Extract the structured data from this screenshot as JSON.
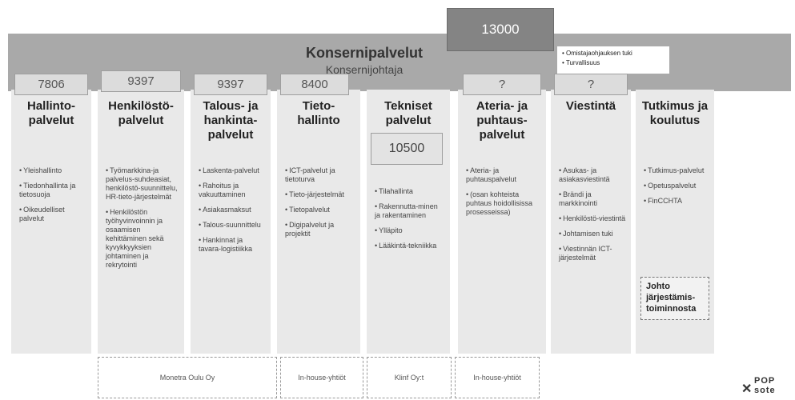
{
  "banner": {
    "title": "Konsernipalvelut",
    "subtitle": "Konsernijohtaja",
    "top_number": "13000",
    "notes": [
      "Omistajaohjauksen tuki",
      "Turvallisuus"
    ]
  },
  "columns": [
    {
      "number": "7806",
      "title": "Hallinto-\npalvelut",
      "items": [
        "Yleishallinto",
        "Tiedonhallinta ja tietosuoja",
        "Oikeudelliset palvelut"
      ]
    },
    {
      "number": "9397",
      "title": "Henkilöstö-\npalvelut",
      "items": [
        "Työmarkkina-ja palvelus-suhdeasiat, henkilöstö-suunnittelu, HR-tieto-järjestelmät",
        "Henkilöstön työhyvinvoinnin ja osaamisen kehittäminen sekä kyvykkyyksien johtaminen ja rekrytointi"
      ]
    },
    {
      "number": "9397",
      "title": "Talous- ja\nhankinta-\npalvelut",
      "items": [
        "Laskenta-palvelut",
        "Rahoitus ja vakuuttaminen",
        "Asiakasmaksut",
        "Talous-suunnittelu",
        "Hankinnat ja tavara-logistiikka"
      ]
    },
    {
      "number": "8400",
      "title": "Tieto-\nhallinto",
      "items": [
        "ICT-palvelut ja tietoturva",
        "Tieto-järjestelmät",
        "Tietopalvelut",
        "Digipalvelut ja projektit"
      ]
    },
    {
      "number": "10500",
      "title": "Tekniset\npalvelut",
      "items": [
        "Tilahallinta",
        "Rakennutta-minen ja rakentaminen",
        "Ylläpito",
        "Lääkintä-tekniikka"
      ]
    },
    {
      "number": "?",
      "title": "Ateria- ja\npuhtaus-\npalvelut",
      "items": [
        "Ateria- ja puhtauspalvelut",
        "(osan kohteista puhtaus hoidollisissa prosesseissa)"
      ]
    },
    {
      "number": "?",
      "title": "Viestintä",
      "items": [
        "Asukas- ja asiakasviestintä",
        "Brändi ja markkinointi",
        "Henkilöstö-viestintä",
        "Johtamisen tuki",
        "Viestinnän ICT-järjestelmät"
      ]
    },
    {
      "number": "",
      "title": "Tutkimus ja\nkoulutus",
      "items": [
        "Tutkimus-palvelut",
        "Opetuspalvelut",
        "FinCCHTA"
      ]
    }
  ],
  "johto_box": "Johto järjestämis-toiminnosta",
  "companies": [
    "Monetra Oulu Oy",
    "In-house-yhtiöt",
    "Klinf Oy:t",
    "In-house-yhtiöt"
  ],
  "logo": {
    "line1": "POP",
    "line2": "sote"
  }
}
